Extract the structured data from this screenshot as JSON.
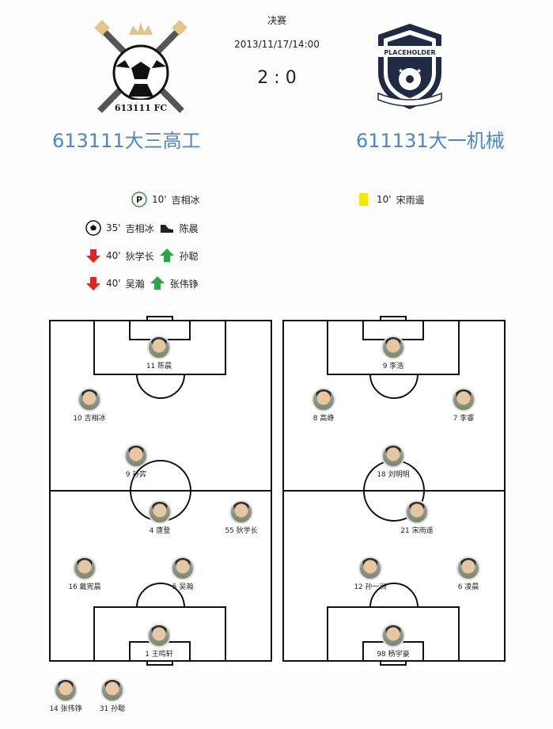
{
  "match": {
    "stage": "决赛",
    "datetime": "2013/11/17/14:00",
    "score": "2 : 0"
  },
  "home": {
    "name": "613111大三高工",
    "logo_text": "613111 FC"
  },
  "away": {
    "name": "611131大一机械",
    "logo_text": "PLACEHOLDER"
  },
  "events_home": [
    {
      "icon": "penalty-icon",
      "minute": "10'",
      "player": "吉相冰"
    },
    {
      "icon": "goal-ball-icon",
      "minute": "35'",
      "player": "吉相冰",
      "assist_icon": "boot-icon",
      "assist": "陈晨"
    },
    {
      "icon": "sub-out-arrow-icon",
      "minute": "40'",
      "player": "狄学长",
      "in_icon": "sub-in-arrow-icon",
      "in_player": "孙聪"
    },
    {
      "icon": "sub-out-arrow-icon",
      "minute": "40'",
      "player": "吴瀚",
      "in_icon": "sub-in-arrow-icon",
      "in_player": "张伟铮"
    }
  ],
  "events_away": [
    {
      "icon": "yellow-card-icon",
      "minute": "10'",
      "player": "宋雨遥"
    }
  ],
  "lineup_home": [
    {
      "label": "11 陈晨"
    },
    {
      "label": "10 吉相冰"
    },
    {
      "label": "9 孙弈"
    },
    {
      "label": "4 唐登"
    },
    {
      "label": "55 狄学长"
    },
    {
      "label": "16 戴宪晨"
    },
    {
      "label": "5 吴瀚"
    },
    {
      "label": "1 王鸣轩"
    }
  ],
  "lineup_away": [
    {
      "label": "9 李浩"
    },
    {
      "label": "8 高峥"
    },
    {
      "label": "7 李睿"
    },
    {
      "label": "18 刘明明"
    },
    {
      "label": "21 宋雨遥"
    },
    {
      "label": "12 孙一洲"
    },
    {
      "label": "6 凌晨"
    },
    {
      "label": "98 杨宇豪"
    }
  ],
  "subs_home": [
    {
      "label": "14 张伟铮"
    },
    {
      "label": "31 孙聪"
    }
  ],
  "colors": {
    "team_name": "#4a86c8",
    "sub_out": "#e02424",
    "sub_in": "#27a845",
    "yellow_card": "#f5e800"
  }
}
